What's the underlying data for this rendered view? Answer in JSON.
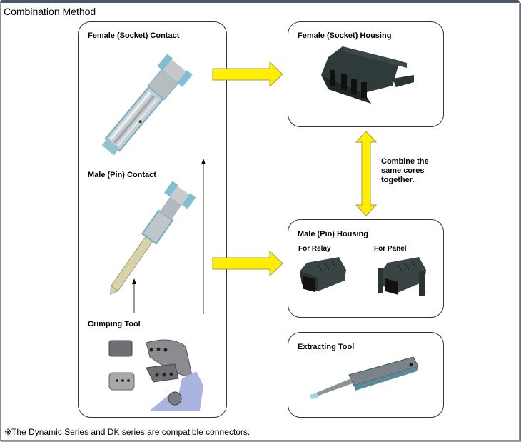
{
  "title": "Combination Method",
  "left_panel": {
    "female_contact": {
      "label": "Female (Socket) Contact",
      "icon": "female-socket-contact-image"
    },
    "male_contact": {
      "label": "Male (Pin) Contact",
      "icon": "male-pin-contact-image"
    },
    "crimping_tool": {
      "label": "Crimping Tool",
      "icon": "crimping-tool-image"
    }
  },
  "female_housing": {
    "label": "Female (Socket) Housing",
    "icon": "female-socket-housing-image"
  },
  "combine_note": {
    "line1": "Combine the",
    "line2": "same cores",
    "line3": "together."
  },
  "male_housing": {
    "label": "Male (Pin) Housing",
    "variants": [
      {
        "label": "For Relay",
        "icon": "male-housing-relay-image"
      },
      {
        "label": "For Panel",
        "icon": "male-housing-panel-image"
      }
    ]
  },
  "extracting_tool": {
    "label": "Extracting Tool",
    "icon": "extracting-tool-image"
  },
  "footnote": "※The Dynamic Series and DK series are compatible connectors.",
  "colors": {
    "arrow_fill": "#ffee00",
    "arrow_stroke": "#a09a50",
    "frame_top": "#4b5868"
  }
}
